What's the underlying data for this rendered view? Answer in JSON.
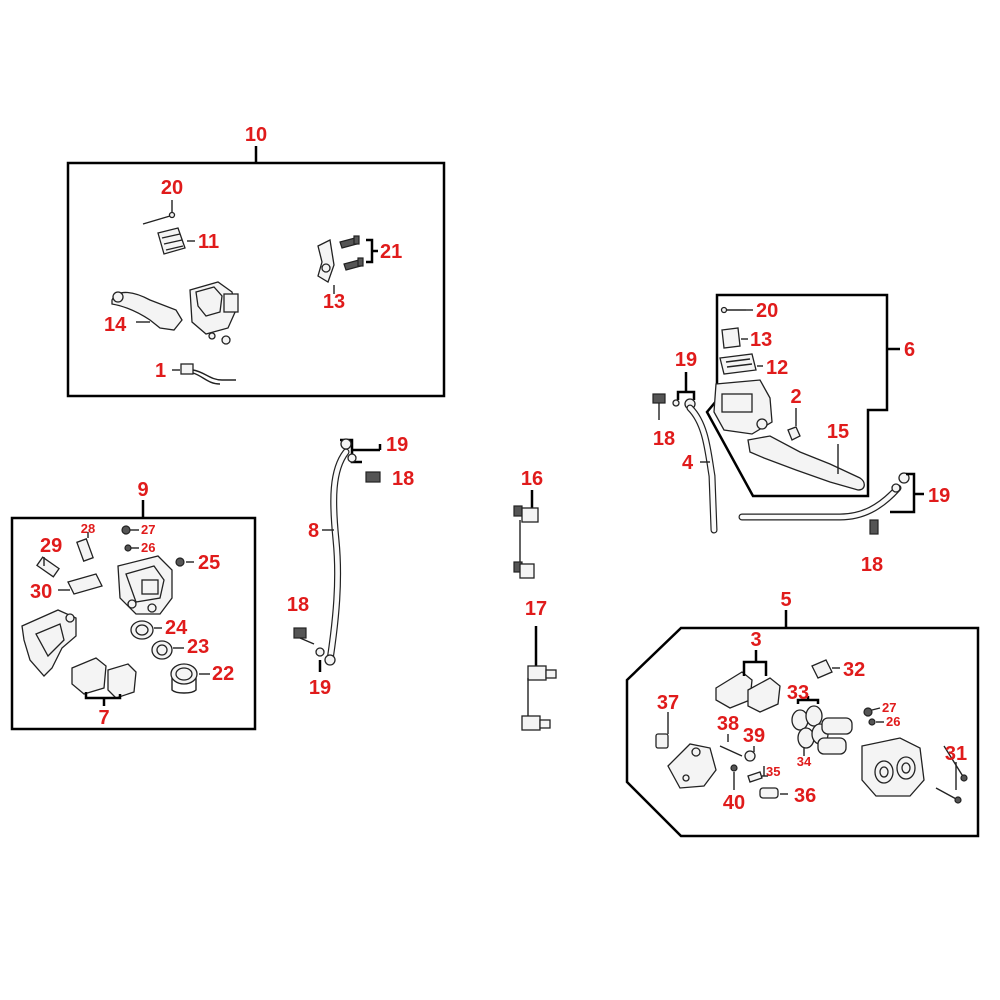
{
  "labels": {
    "g10_callout": "10",
    "g10_20": "20",
    "g10_11": "11",
    "g10_21": "21",
    "g10_13": "13",
    "g10_14": "14",
    "g10_1": "1",
    "g6_20": "20",
    "g6_13": "13",
    "g6_12": "12",
    "g6_callout": "6",
    "g6_2": "2",
    "g6_15": "15",
    "g6_19": "19",
    "g6_18": "18",
    "g6_4": "4",
    "g6_19b": "19",
    "g6_18b": "18",
    "h8_19": "19",
    "h8_18": "18",
    "h8_8": "8",
    "h8_18b": "18",
    "h8_19b": "19",
    "p16": "16",
    "p17": "17",
    "g9_callout": "9",
    "g9_28": "28",
    "g9_27": "27",
    "g9_26": "26",
    "g9_29": "29",
    "g9_25": "25",
    "g9_30": "30",
    "g9_24": "24",
    "g9_23": "23",
    "g9_22": "22",
    "g9_7": "7",
    "g5_callout": "5",
    "g5_3": "3",
    "g5_32": "32",
    "g5_33": "33",
    "g5_37": "37",
    "g5_38": "38",
    "g5_39": "39",
    "g5_27": "27",
    "g5_26": "26",
    "g5_34": "34",
    "g5_35": "35",
    "g5_36": "36",
    "g5_40": "40",
    "g5_31": "31"
  },
  "colors": {
    "label": "#e01b1b",
    "line": "#000000",
    "part_fill": "#f4f4f4",
    "background": "#ffffff"
  }
}
